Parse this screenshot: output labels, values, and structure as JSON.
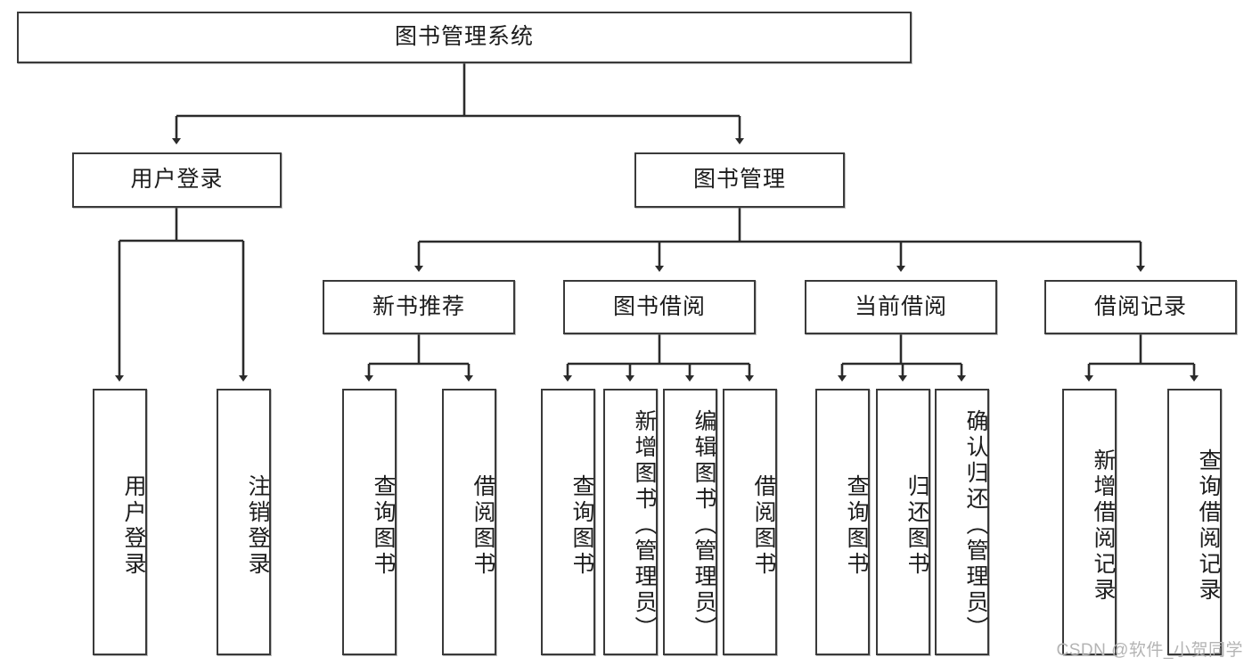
{
  "diagram": {
    "type": "tree-hierarchy",
    "title": "图书管理系统",
    "root": {
      "id": "root",
      "label": "图书管理系统",
      "level": 0
    },
    "level2": [
      {
        "id": "user-login",
        "label": "用户登录"
      },
      {
        "id": "book-manage",
        "label": "图书管理"
      }
    ],
    "level3": [
      {
        "id": "new-book-recommend",
        "label": "新书推荐",
        "parent": "book-manage"
      },
      {
        "id": "book-borrow",
        "label": "图书借阅",
        "parent": "book-manage"
      },
      {
        "id": "current-borrow",
        "label": "当前借阅",
        "parent": "book-manage"
      },
      {
        "id": "borrow-record",
        "label": "借阅记录",
        "parent": "book-manage"
      }
    ],
    "leaves": [
      {
        "id": "leaf-user-login",
        "label": "用户登录",
        "parent": "user-login"
      },
      {
        "id": "leaf-logout-login",
        "label": "注销登录",
        "parent": "user-login"
      },
      {
        "id": "leaf-query-book-1",
        "label": "查询图书",
        "parent": "new-book-recommend"
      },
      {
        "id": "leaf-borrow-book-1",
        "label": "借阅图书",
        "parent": "new-book-recommend"
      },
      {
        "id": "leaf-query-book-2",
        "label": "查询图书",
        "parent": "book-borrow"
      },
      {
        "id": "leaf-add-book",
        "label": "新增图书（管理员）",
        "parent": "book-borrow"
      },
      {
        "id": "leaf-edit-book",
        "label": "编辑图书（管理员）",
        "parent": "book-borrow"
      },
      {
        "id": "leaf-borrow-book-2",
        "label": "借阅图书",
        "parent": "book-borrow"
      },
      {
        "id": "leaf-query-book-3",
        "label": "查询图书",
        "parent": "current-borrow"
      },
      {
        "id": "leaf-return-book",
        "label": "归还图书",
        "parent": "current-borrow"
      },
      {
        "id": "leaf-confirm-return",
        "label": "确认归还（管理员）",
        "parent": "current-borrow"
      },
      {
        "id": "leaf-add-record",
        "label": "新增借阅记录",
        "parent": "borrow-record"
      },
      {
        "id": "leaf-query-record",
        "label": "查询借阅记录",
        "parent": "borrow-record"
      }
    ],
    "colors": {
      "box_border": "#3a3a3a",
      "box_fill": "#ffffff",
      "edge": "#2b2b2b",
      "text": "#1c1c1c",
      "watermark": "#b4b4b4"
    }
  },
  "watermark": {
    "text": "CSDN @软件_小贺同学"
  }
}
